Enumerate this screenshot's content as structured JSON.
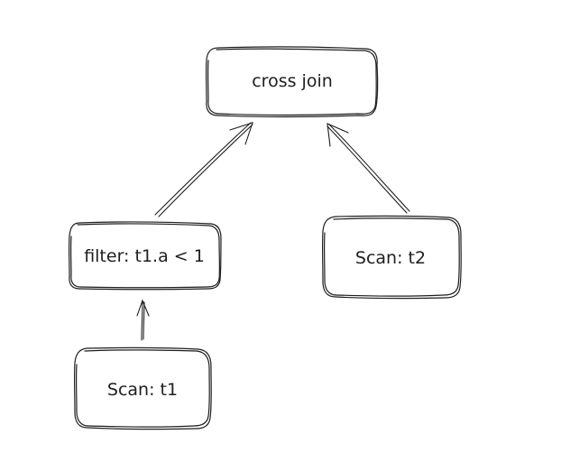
{
  "diagram": {
    "nodes": {
      "cross_join": "cross join",
      "filter": "filter: t1.a < 1",
      "scan_t2": "Scan: t2",
      "scan_t1": "Scan: t1"
    },
    "stroke_color": "#1e1e1e",
    "background": "#ffffff"
  }
}
